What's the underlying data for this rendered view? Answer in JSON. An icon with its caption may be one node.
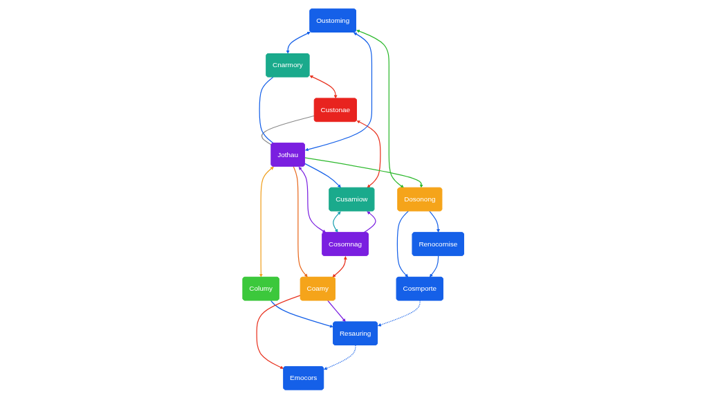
{
  "diagram": {
    "nodes": [
      {
        "text": [
          "Custonae"
        ]
      },
      {
        "text": [
          "Cnarmory"
        ]
      },
      {
        "text": [
          "Cusamiow"
        ]
      },
      {
        "text": [
          "Oustoming"
        ]
      },
      {
        "text": [
          "Jothau"
        ]
      },
      {
        "text": [
          "Cosomnag"
        ]
      },
      {
        "text": [
          "Dosonong"
        ]
      },
      {
        "text": [
          "Columy"
        ]
      },
      {
        "text": [
          "Coamy"
        ]
      },
      {
        "text": [
          "Renocornise"
        ]
      },
      {
        "text": [
          "Cosmporte"
        ]
      },
      {
        "text": [
          "Resauring"
        ]
      },
      {
        "text": [
          "Emocors"
        ]
      }
    ],
    "edges": [
      {
        "from": 1,
        "to": 0,
        "arrow": "both",
        "color": "#e8321f"
      },
      {
        "from": 0,
        "to": 4,
        "arrow": "none",
        "color": "#888888"
      },
      {
        "from": 2,
        "to": 0,
        "arrow": "both",
        "color": "#e8321f"
      },
      {
        "from": 3,
        "to": 1,
        "arrow": "both"
      },
      {
        "from": 1,
        "to": 4,
        "arrow": "none"
      },
      {
        "from": 3,
        "to": 4,
        "arrow": "both"
      },
      {
        "from": 4,
        "to": 2,
        "arrow": "to"
      },
      {
        "from": 4,
        "to": 5,
        "arrow": "both",
        "color": "#7a1fe0"
      },
      {
        "from": 5,
        "to": 2,
        "arrow": "to",
        "color": "#7a1fe0"
      },
      {
        "from": 2,
        "to": 5,
        "arrow": "both",
        "color": "#1aa0b0"
      },
      {
        "from": 3,
        "to": 6,
        "arrow": "both",
        "color": "#2cb82c"
      },
      {
        "from": 4,
        "to": 6,
        "arrow": "to",
        "color": "#2cb82c"
      },
      {
        "from": 4,
        "to": 7,
        "arrow": "both",
        "color": "#f0a020"
      },
      {
        "from": 4,
        "to": 8,
        "arrow": "to",
        "color": "#e86a1f"
      },
      {
        "from": 5,
        "to": 8,
        "arrow": "both",
        "color": "#e8321f"
      },
      {
        "from": 6,
        "to": 9,
        "arrow": "to"
      },
      {
        "from": 6,
        "to": 10,
        "arrow": "to"
      },
      {
        "from": 7,
        "to": 11,
        "arrow": "to"
      },
      {
        "from": 8,
        "to": 11,
        "arrow": "to",
        "color": "#7a1fe0"
      },
      {
        "from": 8,
        "to": 12,
        "arrow": "to",
        "color": "#e8321f"
      },
      {
        "from": 9,
        "to": 10,
        "arrow": "to"
      },
      {
        "from": 10,
        "to": 11,
        "arrow": "to",
        "style": "dashed"
      },
      {
        "from": 11,
        "to": 12,
        "arrow": "to",
        "style": "dashed"
      }
    ]
  }
}
